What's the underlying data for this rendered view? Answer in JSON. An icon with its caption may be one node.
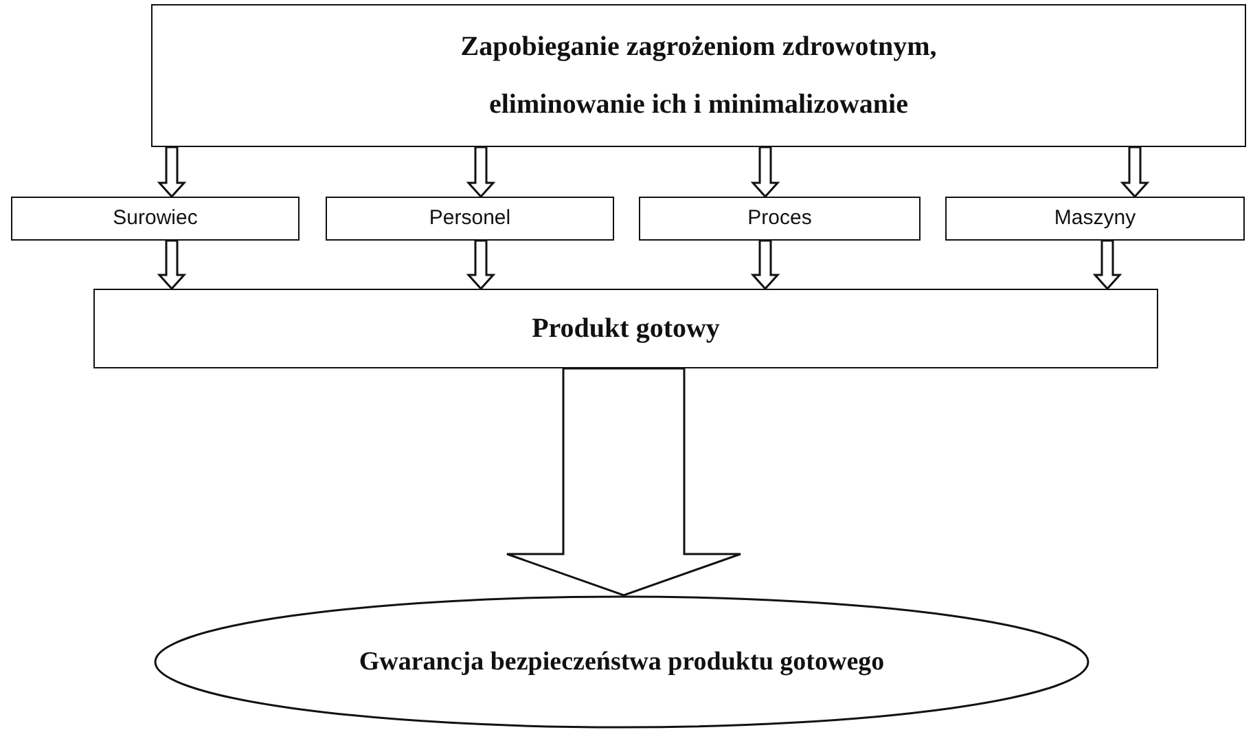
{
  "diagram": {
    "nodes": [
      {
        "text": [
          "Zapobieganie zagrożeniom zdrowotnym, eliminowanie ich i minimalizowanie"
        ]
      },
      {
        "text": [
          "Surowiec"
        ]
      },
      {
        "text": [
          "Personel"
        ]
      },
      {
        "text": [
          "Proces"
        ]
      },
      {
        "text": [
          "Maszyny"
        ]
      },
      {
        "text": [
          "Produkt gotowy"
        ]
      },
      {
        "text": [
          "Gwarancja bezpieczeństwa produktu gotowego"
        ]
      }
    ],
    "edges": [
      {
        "from": 0,
        "to": 1,
        "arrow": "to"
      },
      {
        "from": 0,
        "to": 2,
        "arrow": "to"
      },
      {
        "from": 0,
        "to": 3,
        "arrow": "to"
      },
      {
        "from": 0,
        "to": 4,
        "arrow": "to"
      },
      {
        "from": 1,
        "to": 5,
        "arrow": "to"
      },
      {
        "from": 2,
        "to": 5,
        "arrow": "to"
      },
      {
        "from": 3,
        "to": 5,
        "arrow": "to"
      },
      {
        "from": 4,
        "to": 5,
        "arrow": "to"
      },
      {
        "from": 5,
        "to": 6,
        "arrow": "to",
        "style": "thick"
      }
    ]
  }
}
